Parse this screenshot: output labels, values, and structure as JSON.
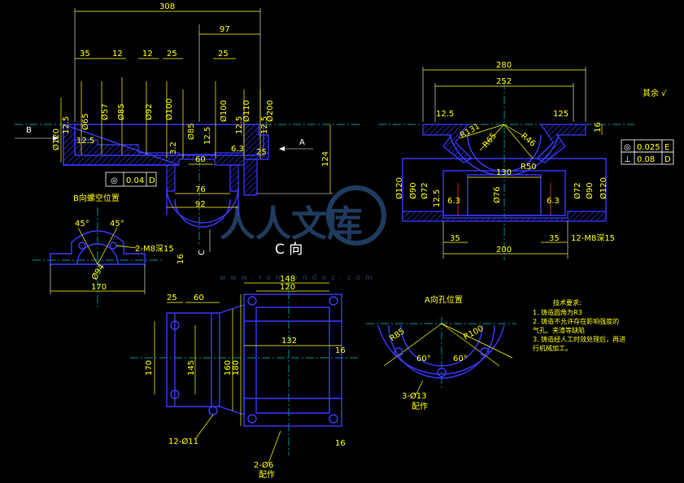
{
  "front_view": {
    "dims_top": [
      "308",
      "97",
      "35",
      "12",
      "12",
      "25",
      "25"
    ],
    "dims_vertical": [
      "Ø120",
      "Ø65",
      "Ø57",
      "Ø85",
      "Ø92",
      "Ø100",
      "Ø85",
      "Ø100",
      "Ø110",
      "Ø200"
    ],
    "roughness": [
      "12.5",
      "12.5",
      "3.2",
      "12.5",
      "6.3",
      "12.5",
      "25",
      "12.5"
    ],
    "dims_lower": [
      "60",
      "76",
      "92",
      "124"
    ],
    "view_marks": [
      "B",
      "A",
      "C"
    ],
    "tolerance_frame": {
      "symbol": "◎",
      "value": "0.04",
      "datum": "D"
    }
  },
  "side_view": {
    "dims_top": [
      "280",
      "252"
    ],
    "radii": [
      "R131",
      "R65",
      "R46",
      "R50"
    ],
    "roughness_left": "12.5",
    "roughness_right": "125",
    "dim_16": "16",
    "dims_mid": [
      "130",
      "Ø120",
      "Ø90",
      "Ø72",
      "12.5",
      "6.3",
      "Ø76",
      "6.3",
      "Ø72",
      "Ø90",
      "Ø120"
    ],
    "dims_bottom": [
      "35",
      "200",
      "35"
    ],
    "thread_note": "12-M8深15",
    "tolerance_frames": [
      {
        "symbol": "◎",
        "value": "0.025",
        "datum": "E"
      },
      {
        "symbol": "⊥",
        "value": "0.08",
        "datum": "D"
      }
    ],
    "surface_note": "其余 √"
  },
  "b_view": {
    "title": "B向螺空位置",
    "angles": [
      "45°",
      "45°"
    ],
    "thread_note": "2-M8深15",
    "dim_16": "16",
    "dim_diam": "Ø94",
    "dim_170": "170"
  },
  "c_view": {
    "title": "C 向",
    "dims": [
      "148",
      "120",
      "132",
      "25",
      "60",
      "16",
      "16"
    ],
    "dims_vertical": [
      "170",
      "145",
      "160",
      "180"
    ],
    "hole_note_1": "12-Ø11",
    "hole_note_2": "2-Ø6",
    "hole_note_2b": "配作"
  },
  "a_view": {
    "title": "A向孔位置",
    "radii": [
      "R85",
      "R100"
    ],
    "angles": [
      "60°",
      "60°"
    ],
    "hole_note": "3-Ø13",
    "hole_note_b": "配作"
  },
  "notes": {
    "title": "技术要求:",
    "items": [
      "1. 铸造圆角为R3",
      "2. 铸造不允许存在影响强度的",
      "   气孔、夹渣等缺陷",
      "3. 铸造经人工时效处理后，再进",
      "   行机械加工。"
    ]
  },
  "watermark": {
    "text": "人人文库",
    "url": "www.renrendoc.com"
  }
}
